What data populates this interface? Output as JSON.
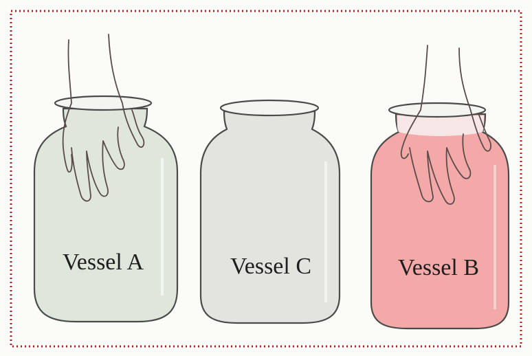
{
  "figure": {
    "vessels": [
      {
        "id": "a",
        "label": "Vessel A",
        "fill_color": "#dfe6dc",
        "has_hand": true
      },
      {
        "id": "c",
        "label": "Vessel C",
        "fill_color": "#e3e3df",
        "has_hand": false
      },
      {
        "id": "b",
        "label": "Vessel B",
        "fill_color": "#f2a9a8",
        "has_hand": true
      }
    ],
    "border_color": "#b02020",
    "background_color": "#fbfbf8"
  }
}
